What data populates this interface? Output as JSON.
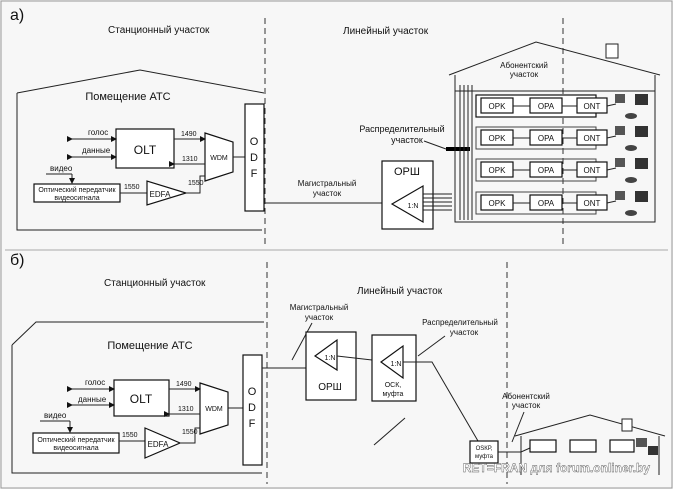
{
  "panel_a": {
    "letter": "а)",
    "station_section": "Станционный  участок",
    "line_section": "Линейный  участок",
    "building_label": "Помещение АТС",
    "olt": "OLT",
    "wdm": "WDM",
    "odf": [
      "O",
      "D",
      "F"
    ],
    "edfa": "EDFA",
    "transmitter": [
      "Оптический передатчик",
      "видеосигнала"
    ],
    "signal_labels": {
      "voice": "голос",
      "data": "данные",
      "video": "видео"
    },
    "wavelengths": {
      "w1490": "1490",
      "w1310": "1310",
      "w1550a": "1550",
      "w1550b": "1550"
    },
    "trunk": [
      "Магистральный",
      "участок"
    ],
    "orsh": "ОРШ",
    "splitter": "1:N",
    "distribution": [
      "Распределительный",
      "участок"
    ],
    "subscriber": [
      "Абонентский",
      "участок"
    ],
    "opk": "OPK",
    "opa": "OPA",
    "ont": "ONT"
  },
  "panel_b": {
    "letter": "б)",
    "station_section": "Станционный  участок",
    "line_section": "Линейный  участок",
    "building_label": "Помещение  АТС",
    "olt": "OLT",
    "wdm": "WDM",
    "odf": [
      "O",
      "D",
      "F"
    ],
    "edfa": "EDFA",
    "transmitter": [
      "Оптический передатчик",
      "видеосигнала"
    ],
    "signal_labels": {
      "voice": "голос",
      "data": "данные",
      "video": "видео"
    },
    "wavelengths": {
      "w1490": "1490",
      "w1310": "1310",
      "w1550a": "1550",
      "w1550b": "1550"
    },
    "trunk": [
      "Магистральный",
      "участок"
    ],
    "orsh": "ОРШ",
    "splitter1": "1:N",
    "splitter2": "1:N",
    "osk": [
      "ОСК,",
      "муфта"
    ],
    "oskr": [
      "ОSКР,",
      "муфта"
    ],
    "distribution": [
      "Распределительный",
      "участок"
    ],
    "subscriber": [
      "Абонентский",
      "участок"
    ]
  },
  "watermark": "RET=FRAN для forum.onliner.by"
}
